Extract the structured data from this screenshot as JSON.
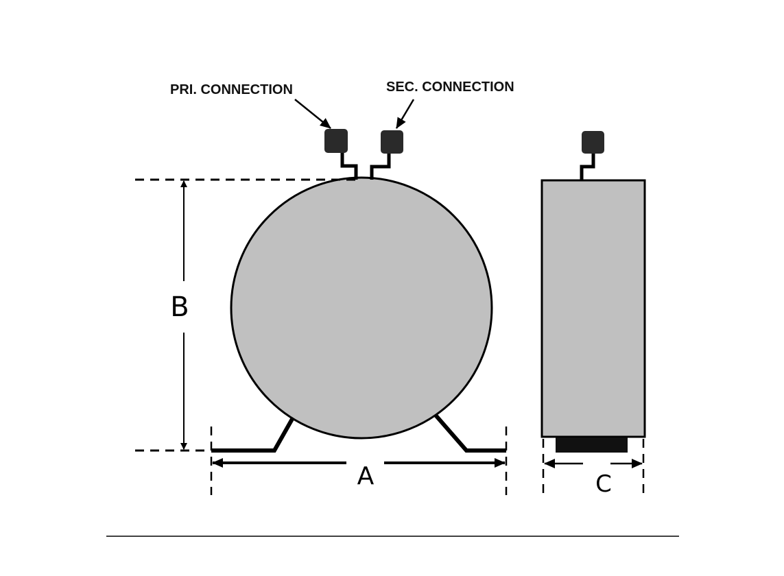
{
  "labels": {
    "primary_connection": "PRI. CONNECTION",
    "secondary_connection": "SEC. CONNECTION"
  },
  "dimensions": {
    "height": "B",
    "width": "A",
    "depth": "C"
  },
  "colors": {
    "body_fill": "#c0c0c0",
    "terminal_fill": "#2a2a2a",
    "outline": "#000000",
    "base_pad": "#111111"
  }
}
